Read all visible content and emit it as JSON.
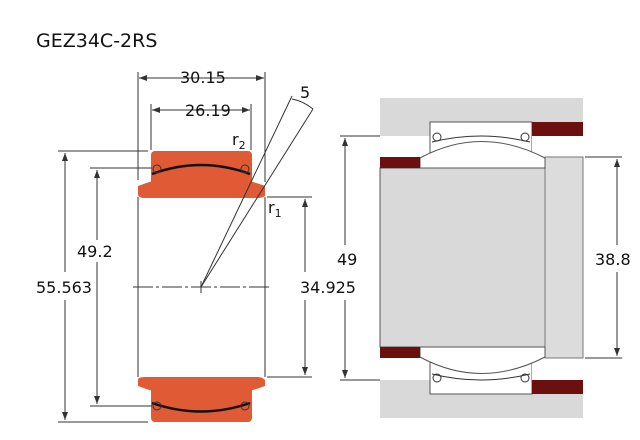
{
  "title": "GEZ34C-2RS",
  "left_view": {
    "dims": {
      "overall_width": "30.15",
      "outer_ring_width": "26.19",
      "outer_diameter": "55.563",
      "sphere_diameter": "49.2",
      "bore": "34.925",
      "tilt_angle": "5"
    },
    "radii": {
      "r2_base": "r",
      "r2_sub": "2",
      "r1_base": "r",
      "r1_sub": "1"
    }
  },
  "right_view": {
    "dims": {
      "housing_shoulder": "49",
      "shaft_shoulder": "38.8"
    }
  },
  "colors": {
    "ring": "#e05a35",
    "housing_bar": "#6b0f0f",
    "mount": "#d9d9d9"
  }
}
